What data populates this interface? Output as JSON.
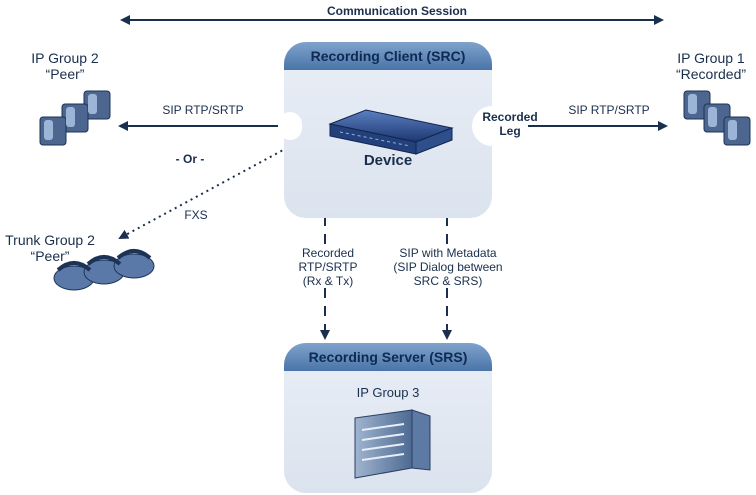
{
  "diagram": {
    "session_label": "Communication Session",
    "src_box": {
      "title": "Recording Client  (SRC)",
      "device_label": "Device",
      "recorded_leg": [
        "Recorded",
        "Leg"
      ]
    },
    "srs_box": {
      "title": "Recording Server (SRS)",
      "group_label": "IP Group 3"
    },
    "ip_group_2": [
      "IP Group 2",
      "“Peer”"
    ],
    "ip_group_1": [
      "IP Group 1",
      "“Recorded”"
    ],
    "trunk_group_2": [
      "Trunk Group 2",
      "“Peer”"
    ],
    "left_link_label": "SIP RTP/SRTP",
    "right_link_label": "SIP RTP/SRTP",
    "or_label": "- Or -",
    "fxs_label": "FXS",
    "recorded_media": [
      "Recorded",
      "RTP/SRTP",
      "(Rx & Tx)"
    ],
    "sip_metadata": [
      "SIP with Metadata",
      "(SIP Dialog between",
      "SRC & SRS)"
    ],
    "colors": {
      "arrow": "#1a2f4d",
      "box_head": "#4a74a8",
      "box_fill": "#dde4ef"
    }
  }
}
